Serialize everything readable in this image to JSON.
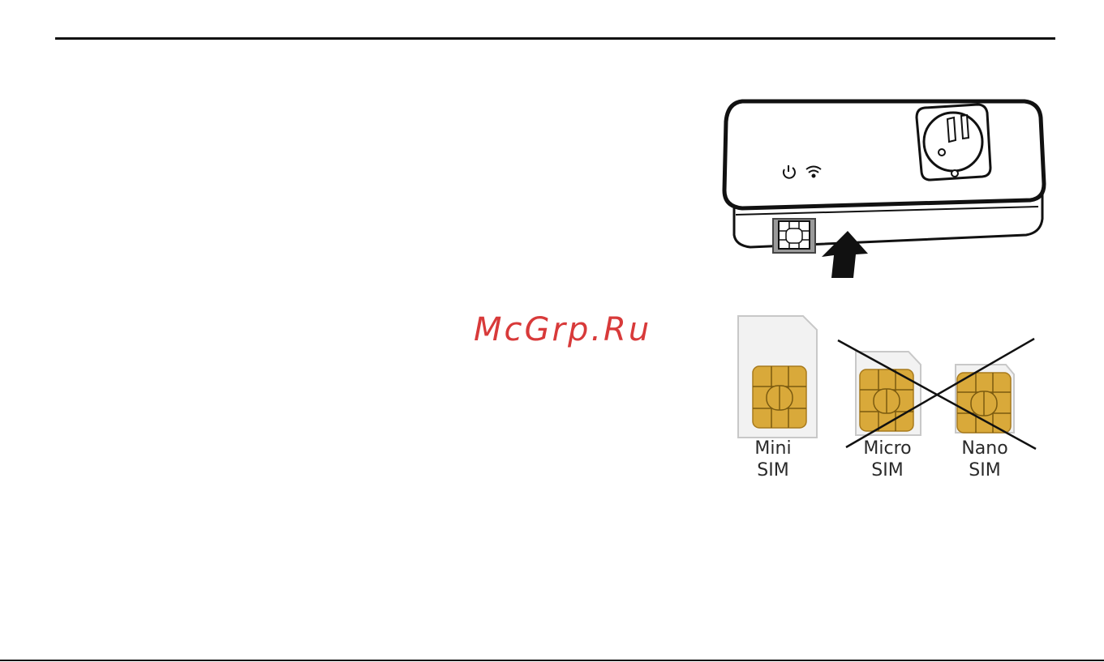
{
  "watermark": {
    "text": "McGrp.Ru"
  },
  "sim_cards": [
    {
      "line1": "Mini",
      "line2": "SIM",
      "crossed": false
    },
    {
      "line1": "Micro",
      "line2": "SIM",
      "crossed": true
    },
    {
      "line1": "Nano",
      "line2": "SIM",
      "crossed": true
    }
  ],
  "icons": {
    "device": "smart-plug-device",
    "power": "power-icon",
    "wifi": "wifi-icon",
    "insert": "insert-arrow-icon",
    "cross": "cross-out-icon"
  },
  "colors": {
    "watermark": "#d83a3a",
    "chip_gold": "#d9a93a",
    "rule": "#111111"
  }
}
